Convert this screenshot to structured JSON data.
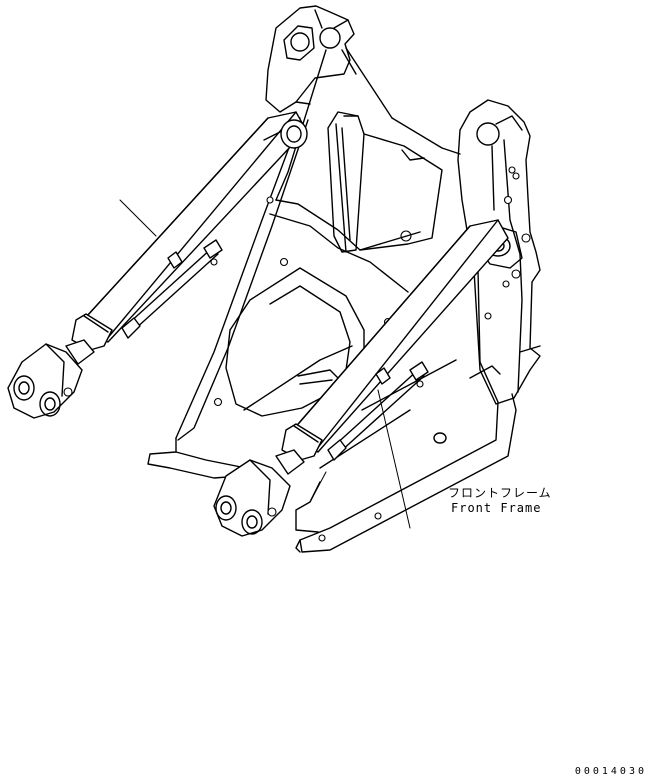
{
  "labels": {
    "front_frame_jp": "フロントフレーム",
    "front_frame_en": "Front Frame"
  },
  "drawing_number": "00014030",
  "colors": {
    "ink": "#000000",
    "background": "#ffffff"
  },
  "parts": [
    "front-frame",
    "lift-cylinder-left",
    "lift-cylinder-right"
  ]
}
